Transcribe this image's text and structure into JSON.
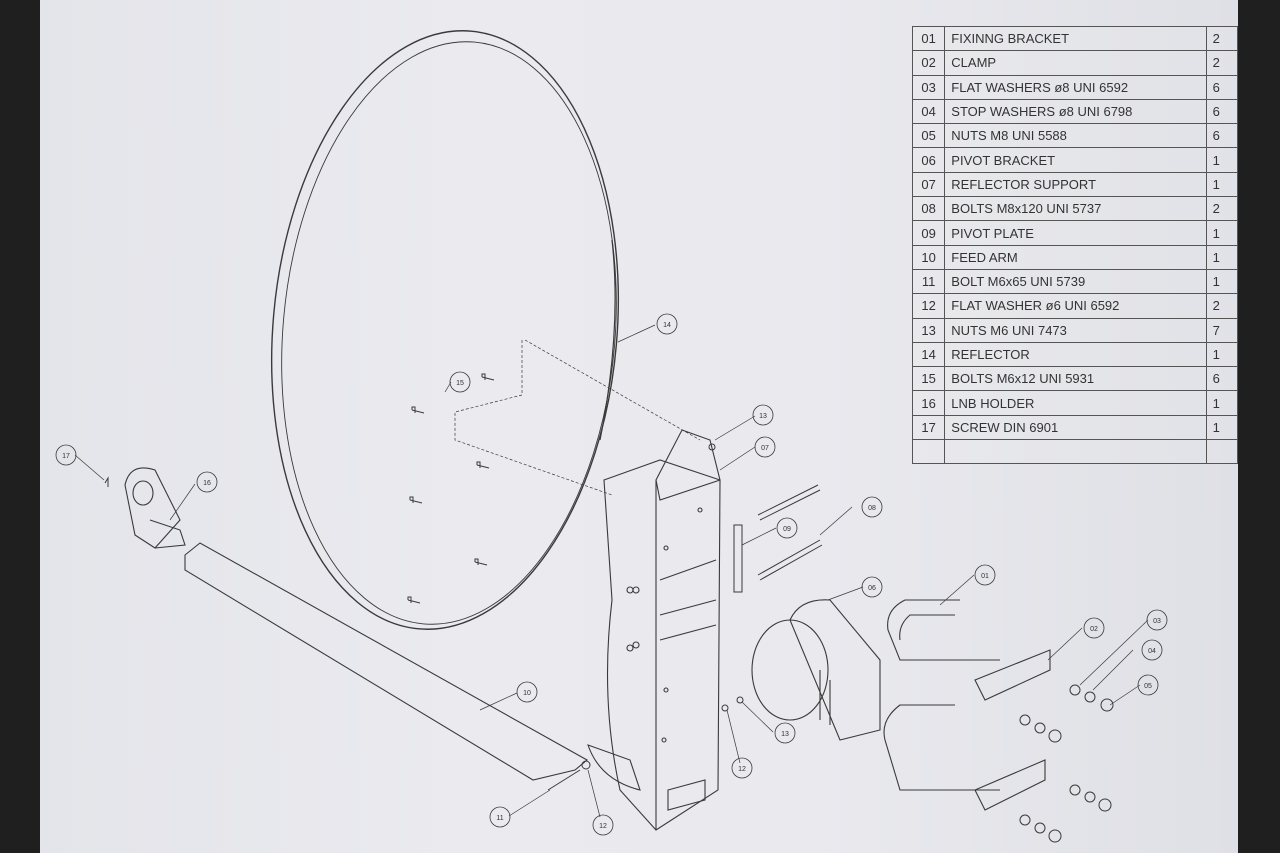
{
  "parts_list": [
    {
      "num": "01",
      "description": "FIXINNG BRACKET",
      "qty": "2"
    },
    {
      "num": "02",
      "description": "CLAMP",
      "qty": "2"
    },
    {
      "num": "03",
      "description": "FLAT WASHERS ø8 UNI 6592",
      "qty": "6"
    },
    {
      "num": "04",
      "description": "STOP WASHERS ø8 UNI 6798",
      "qty": "6"
    },
    {
      "num": "05",
      "description": "NUTS M8 UNI 5588",
      "qty": "6"
    },
    {
      "num": "06",
      "description": "PIVOT BRACKET",
      "qty": "1"
    },
    {
      "num": "07",
      "description": "REFLECTOR SUPPORT",
      "qty": "1"
    },
    {
      "num": "08",
      "description": "BOLTS M8x120 UNI 5737",
      "qty": "2"
    },
    {
      "num": "09",
      "description": "PIVOT PLATE",
      "qty": "1"
    },
    {
      "num": "10",
      "description": "FEED ARM",
      "qty": "1"
    },
    {
      "num": "11",
      "description": "BOLT M6x65 UNI 5739",
      "qty": "1"
    },
    {
      "num": "12",
      "description": "FLAT WASHER ø6 UNI 6592",
      "qty": "2"
    },
    {
      "num": "13",
      "description": "NUTS M6 UNI 7473",
      "qty": "7"
    },
    {
      "num": "14",
      "description": "REFLECTOR",
      "qty": "1"
    },
    {
      "num": "15",
      "description": "BOLTS M6x12 UNI 5931",
      "qty": "6"
    },
    {
      "num": "16",
      "description": "LNB HOLDER",
      "qty": "1"
    },
    {
      "num": "17",
      "description": "SCREW DIN 6901",
      "qty": "1"
    },
    {
      "num": "",
      "description": "",
      "qty": ""
    }
  ],
  "callouts": {
    "c01": "01",
    "c02": "02",
    "c03": "03",
    "c04": "04",
    "c05": "05",
    "c06": "06",
    "c07": "07",
    "c08": "08",
    "c09": "09",
    "c10": "10",
    "c11": "11",
    "c12a": "12",
    "c12b": "12",
    "c13a": "13",
    "c13b": "13",
    "c14": "14",
    "c15": "15",
    "c16": "16",
    "c17": "17"
  }
}
